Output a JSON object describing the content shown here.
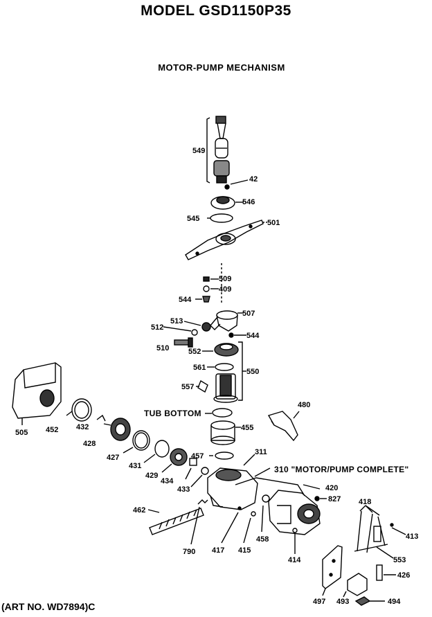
{
  "header": {
    "model_title": "MODEL GSD1150P35",
    "section_title": "MOTOR-PUMP MECHANISM"
  },
  "footer": {
    "art_no": "(ART NO. WD7894)C"
  },
  "callouts": {
    "tub_bottom": "TUB BOTTOM",
    "motor_pump_complete": "310 \"MOTOR/PUMP COMPLETE\""
  },
  "parts": {
    "p549": "549",
    "p42": "42",
    "p546": "546",
    "p545": "545",
    "p501": "501",
    "p509": "509",
    "p409": "409",
    "p544a": "544",
    "p507": "507",
    "p513": "513",
    "p512": "512",
    "p544b": "544",
    "p510": "510",
    "p552": "552",
    "p561": "561",
    "p550": "550",
    "p557": "557",
    "p505": "505",
    "p452": "452",
    "p432": "432",
    "p428": "428",
    "p427": "427",
    "p431": "431",
    "p429": "429",
    "p434": "434",
    "p433": "433",
    "p455": "455",
    "p457": "457",
    "p311": "311",
    "p480": "480",
    "p420": "420",
    "p827": "827",
    "p462": "462",
    "p790": "790",
    "p417": "417",
    "p415": "415",
    "p458": "458",
    "p414": "414",
    "p418": "418",
    "p413": "413",
    "p553": "553",
    "p426": "426",
    "p497": "497",
    "p493": "493",
    "p494": "494"
  }
}
